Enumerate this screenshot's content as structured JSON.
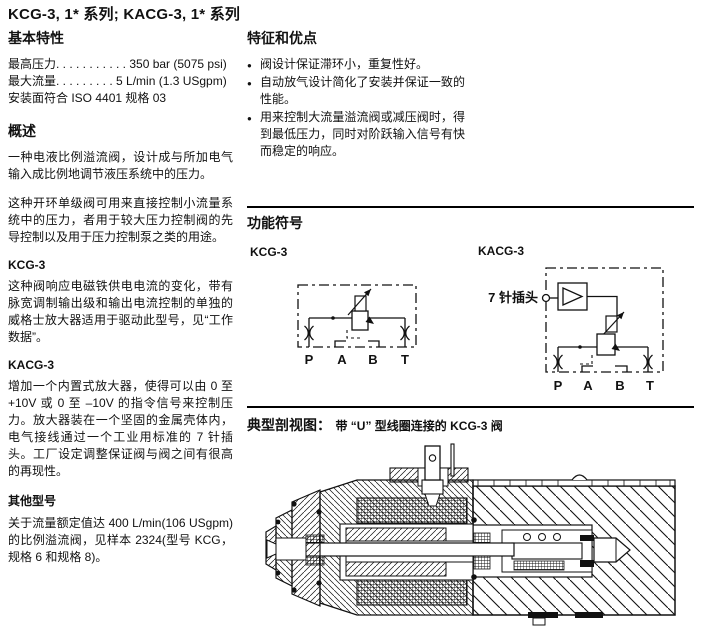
{
  "title": "KCG-3, 1* 系列; KACG-3, 1* 系列",
  "left": {
    "basic": {
      "heading": "基本特性",
      "lines": [
        "最高压力. . . . . . . . . . . 350 bar (5075 psi)",
        "最大流量. . . . . . . . . 5 L/min (1.3 USgpm)",
        "安装面符合 ISO 4401 规格 03"
      ]
    },
    "overview": {
      "heading": "概述",
      "para1": "一种电液比例溢流阀，设计成与所加电气输入成比例地调节液压系统中的压力。",
      "para2": "这种开环单级阀可用来直接控制小流量系统中的压力，者用于较大压力控制阀的先导控制以及用于压力控制泵之类的用途。"
    },
    "kcg3": {
      "heading": "KCG-3",
      "para": "这种阀响应电磁铁供电电流的变化，带有脉宽调制输出级和输出电流控制的单独的威格士放大器适用于驱动此型号，见“工作数据”。"
    },
    "kacg3": {
      "heading": "KACG-3",
      "para": "增加一个内置式放大器，使得可以由 0 至 +10V 或 0 至 –10V 的指令信号来控制压力。放大器装在一个坚固的金属壳体内，电气接线通过一个工业用标准的 7 针插头。工厂设定调整保证阀与阀之间有很高的再现性。"
    },
    "other": {
      "heading": "其他型号",
      "para": "关于流量额定值达 400 L/min(106 USgpm) 的比例溢流阀，见样本 2324(型号 KCG，规格 6 和规格 8)。"
    }
  },
  "features": {
    "heading": "特征和优点",
    "bullets": [
      "阀设计保证滞环小，重复性好。",
      "自动放气设计简化了安装并保证一致的性能。",
      "用来控制大流量溢流阀或减压阀时，得到最低压力，同时对阶跃输入信号有快而稳定的响应。"
    ]
  },
  "symbols": {
    "heading": "功能符号",
    "kcg3_label": "KCG-3",
    "kacg3_label": "KACG-3",
    "connector_label": "7 针插头",
    "ports": [
      "P",
      "A",
      "B",
      "T"
    ]
  },
  "cross_section": {
    "heading": "典型剖视图：",
    "subheading": "带 “U” 型线圈连接的 KCG-3 阀"
  },
  "colors": {
    "ink": "#111111",
    "paper": "#ffffff"
  }
}
